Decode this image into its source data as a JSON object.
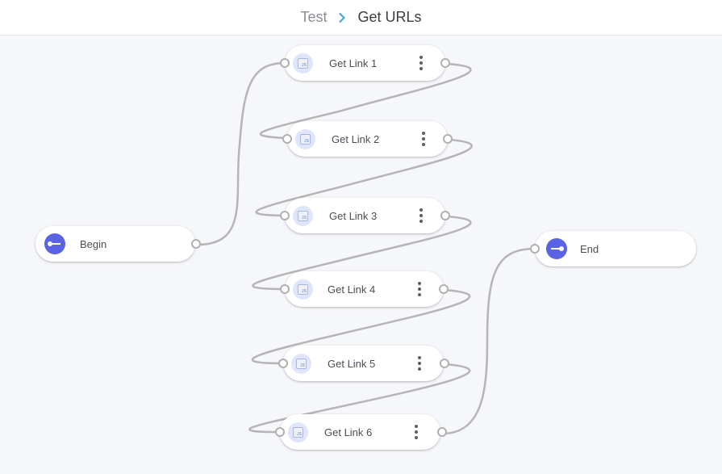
{
  "breadcrumb": {
    "parent": "Test",
    "current": "Get URLs",
    "separator_icon": "chevron-right-icon",
    "separator_color": "#3aa3d8"
  },
  "workflow": {
    "start_node": {
      "label": "Begin",
      "icon": "start-connector-icon"
    },
    "end_node": {
      "label": "End",
      "icon": "end-connector-icon"
    },
    "steps": [
      {
        "label": "Get Link 1",
        "icon": "js-file-icon"
      },
      {
        "label": "Get Link 2",
        "icon": "js-file-icon"
      },
      {
        "label": "Get Link 3",
        "icon": "js-file-icon"
      },
      {
        "label": "Get Link 4",
        "icon": "js-file-icon"
      },
      {
        "label": "Get Link 5",
        "icon": "js-file-icon"
      },
      {
        "label": "Get Link 6",
        "icon": "js-file-icon"
      }
    ],
    "js_badge": "JS",
    "colors": {
      "accent": "#5a62e6",
      "connector": "#b5b5b5",
      "js_icon_bg": "#dfe5fb",
      "canvas_bg": "#f6f7fa"
    }
  }
}
